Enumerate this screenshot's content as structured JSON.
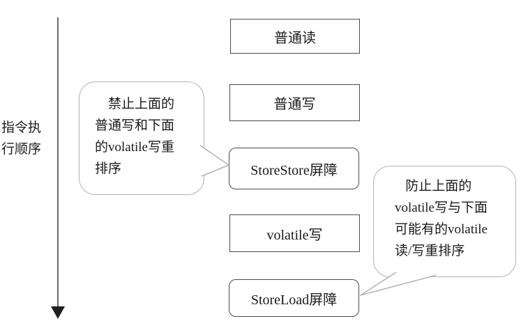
{
  "axis": {
    "label": "指令执\n行顺序"
  },
  "boxes": [
    {
      "label": "普通读",
      "type": "operation"
    },
    {
      "label": "普通写",
      "type": "operation"
    },
    {
      "label": "StoreStore屏障",
      "type": "barrier"
    },
    {
      "label": "volatile写",
      "type": "operation"
    },
    {
      "label": "StoreLoad屏障",
      "type": "barrier"
    }
  ],
  "callouts": [
    {
      "text": "禁止上面的\n普通写和下面\n的volatile写重\n排序",
      "points_to": "StoreStore屏障"
    },
    {
      "text": "防止上面的\nvolatile写与下面\n可能有的volatile\n读/写重排序",
      "points_to": "StoreLoad屏障"
    }
  ],
  "colors": {
    "background": "#ffffff",
    "box_border": "#4a4a4a",
    "bubble_border": "#b2b2b2",
    "text": "#1a1a1a",
    "arrow_line": "#6a6a6a",
    "arrow_head": "#1f1f1f"
  }
}
